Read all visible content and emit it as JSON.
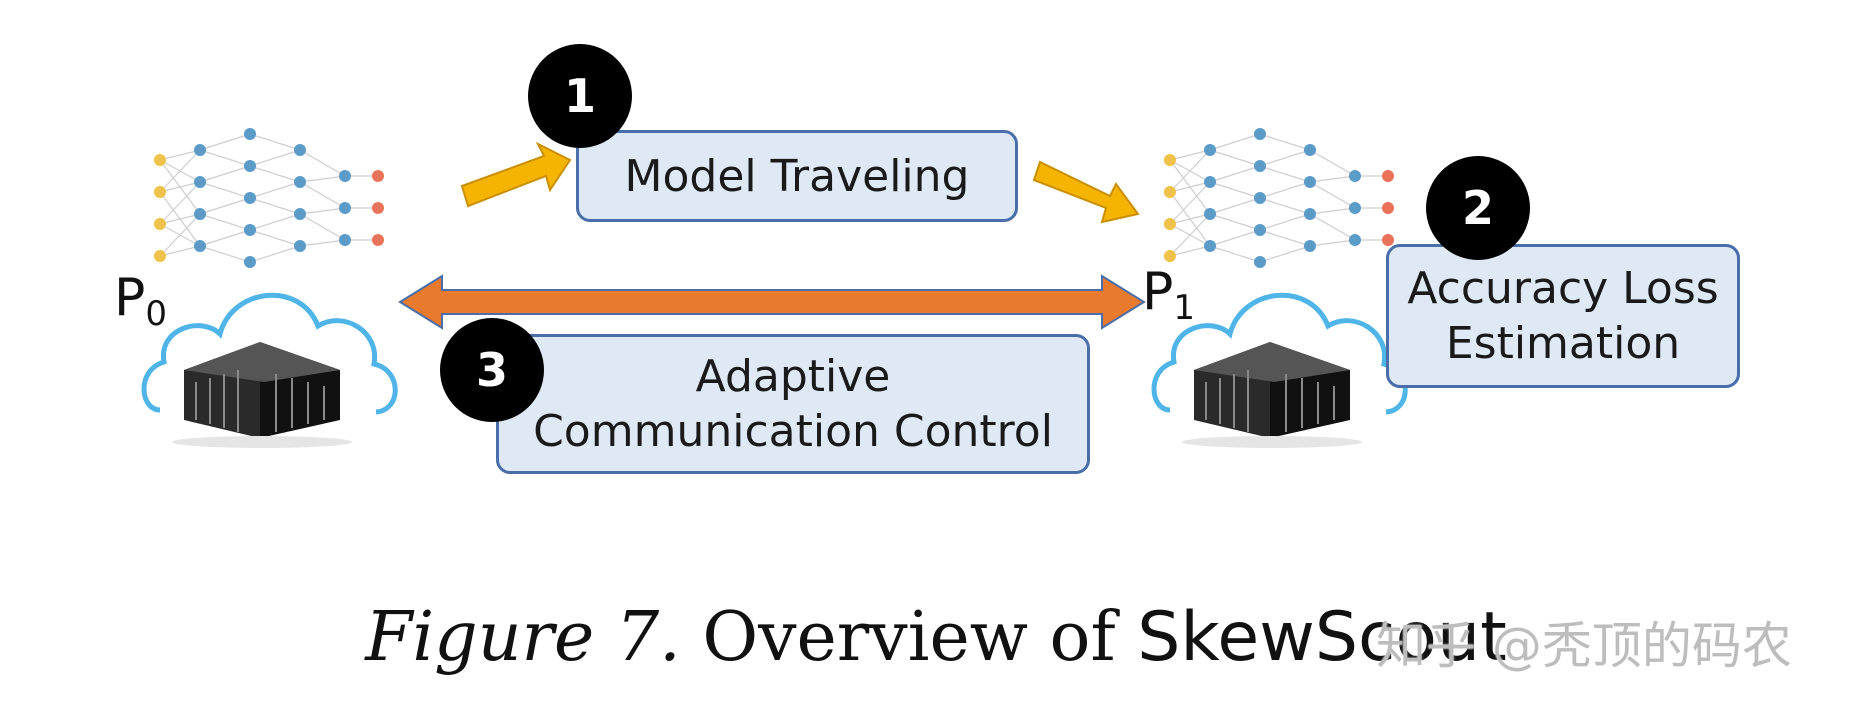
{
  "diagram": {
    "left_node_label": {
      "main": "P",
      "sub": "0"
    },
    "right_node_label": {
      "main": "P",
      "sub": "1"
    },
    "steps": [
      {
        "number": "1",
        "label_lines": [
          "Model Traveling"
        ]
      },
      {
        "number": "2",
        "label_lines": [
          "Accuracy Loss",
          "Estimation"
        ]
      },
      {
        "number": "3",
        "label_lines": [
          "Adaptive",
          "Communication Control"
        ]
      }
    ],
    "caption": {
      "prefix": "Figure 7.",
      "text": "Overview of",
      "system": "SkewScout"
    },
    "watermark": "知乎 @秃顶的码农",
    "colors": {
      "box_fill": "#dfe9f6",
      "box_border": "#4a6ea9",
      "yellow_arrow": "#f5b400",
      "orange_arrow": "#e87a2d",
      "cloud_outline": "#4fb4e8",
      "nn_node_blue": "#5b9bc8",
      "nn_node_yellow": "#f0c24a",
      "nn_node_red": "#e8735a"
    }
  }
}
